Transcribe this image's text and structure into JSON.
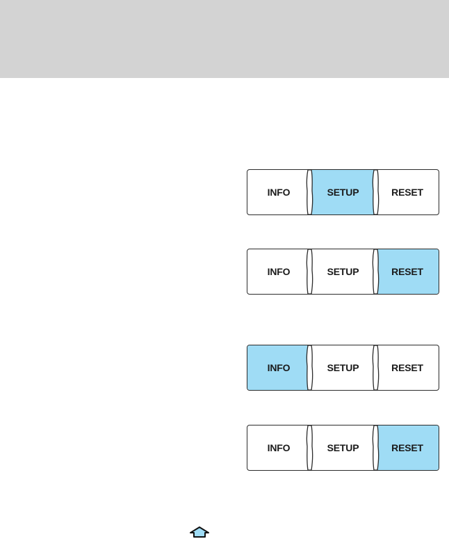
{
  "panels": [
    {
      "buttons": [
        {
          "label": "INFO",
          "active": false
        },
        {
          "label": "SETUP",
          "active": true
        },
        {
          "label": "RESET",
          "active": false
        }
      ]
    },
    {
      "buttons": [
        {
          "label": "INFO",
          "active": false
        },
        {
          "label": "SETUP",
          "active": false
        },
        {
          "label": "RESET",
          "active": true
        }
      ]
    },
    {
      "buttons": [
        {
          "label": "INFO",
          "active": true
        },
        {
          "label": "SETUP",
          "active": false
        },
        {
          "label": "RESET",
          "active": false
        }
      ]
    },
    {
      "buttons": [
        {
          "label": "INFO",
          "active": false
        },
        {
          "label": "SETUP",
          "active": false
        },
        {
          "label": "RESET",
          "active": true
        }
      ]
    }
  ],
  "colors": {
    "header_band": "#d3d3d3",
    "active_highlight": "#9fdcf5",
    "outline": "#2b2b2b"
  },
  "icons": {
    "bottom_icon": "home-icon"
  }
}
